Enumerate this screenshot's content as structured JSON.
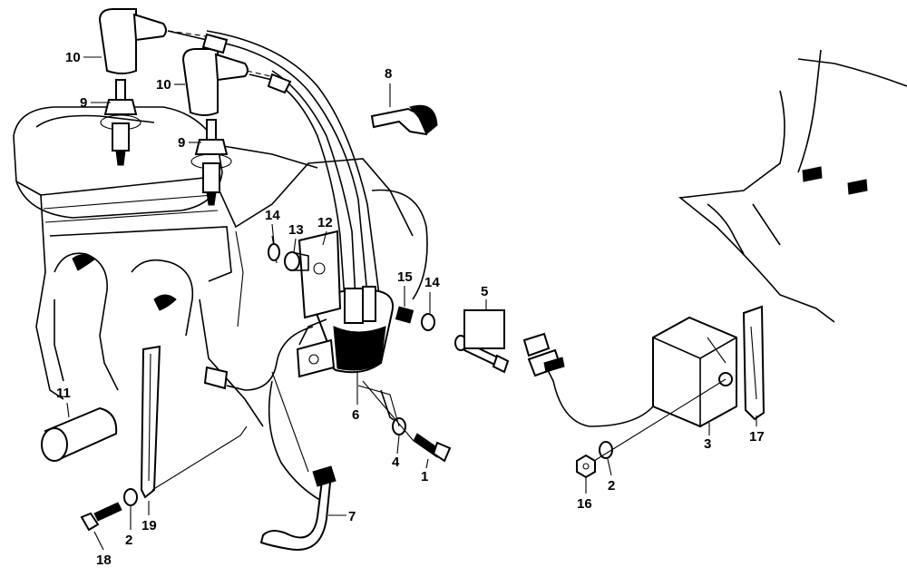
{
  "diagram": {
    "callouts": [
      "10",
      "10",
      "9",
      "9",
      "8",
      "14",
      "13",
      "12",
      "15",
      "14",
      "5",
      "11",
      "6",
      "4",
      "1",
      "3",
      "17",
      "7",
      "16",
      "2",
      "19",
      "2",
      "18"
    ]
  },
  "colors": {
    "line": "#000000",
    "background": "#ffffff"
  }
}
